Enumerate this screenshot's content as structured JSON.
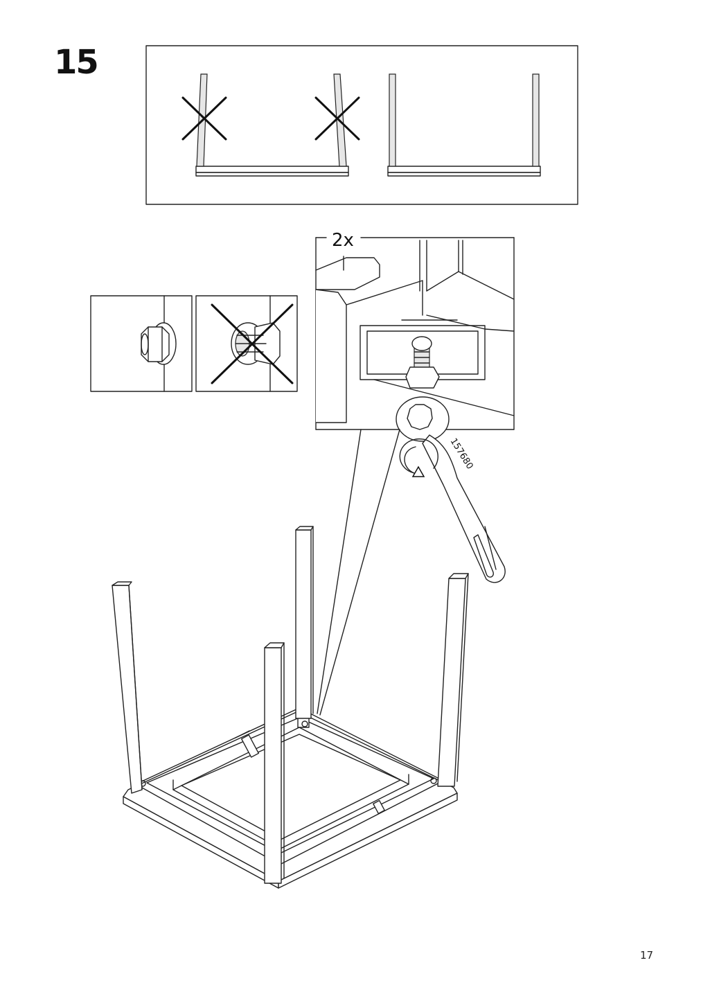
{
  "step": {
    "number": "15"
  },
  "detail": {
    "quantity": "2x",
    "tool_code": "157680"
  },
  "page": {
    "number": "17"
  },
  "icons": {
    "wrong": "cross-mark-icon",
    "rotate": "rotate-clockwise-icon",
    "tool": "wrench-icon"
  }
}
